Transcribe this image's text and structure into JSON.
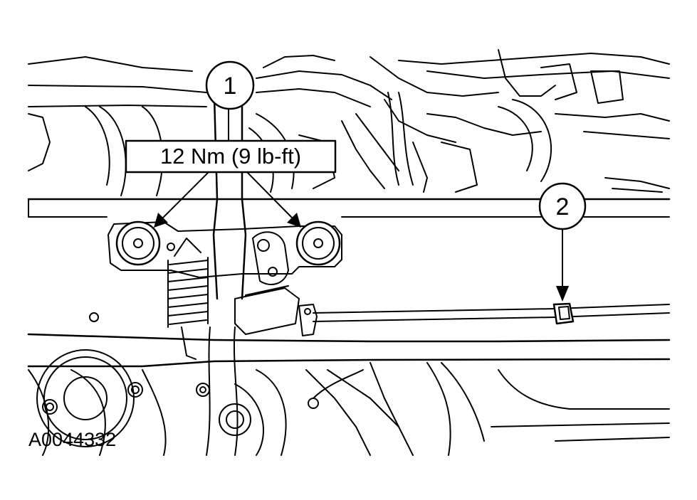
{
  "callouts": [
    {
      "number": "1"
    },
    {
      "number": "2"
    }
  ],
  "torque_label": "12 Nm (9 lb-ft)",
  "figure_id": "A0044332"
}
